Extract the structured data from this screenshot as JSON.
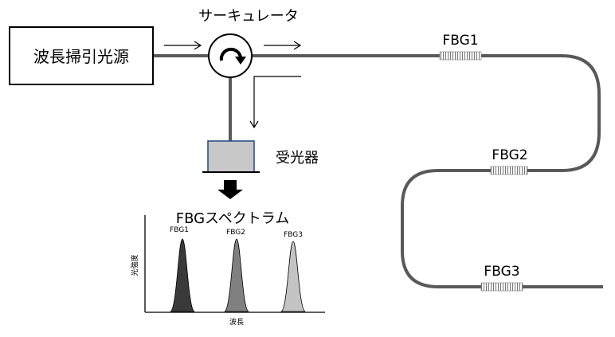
{
  "source": {
    "label": "波長掃引光源"
  },
  "circulator": {
    "label": "サーキュレータ"
  },
  "detector": {
    "label": "受光器"
  },
  "gratings": [
    "FBG1",
    "FBG2",
    "FBG3"
  ],
  "spectrum": {
    "title": "FBGスペクトラム",
    "ylabel": "光強度",
    "xlabel": "波長",
    "peaks": [
      {
        "name": "FBG1",
        "color": "#3a3a3a"
      },
      {
        "name": "FBG2",
        "color": "#808080"
      },
      {
        "name": "FBG3",
        "color": "#c4c4c4"
      }
    ]
  }
}
